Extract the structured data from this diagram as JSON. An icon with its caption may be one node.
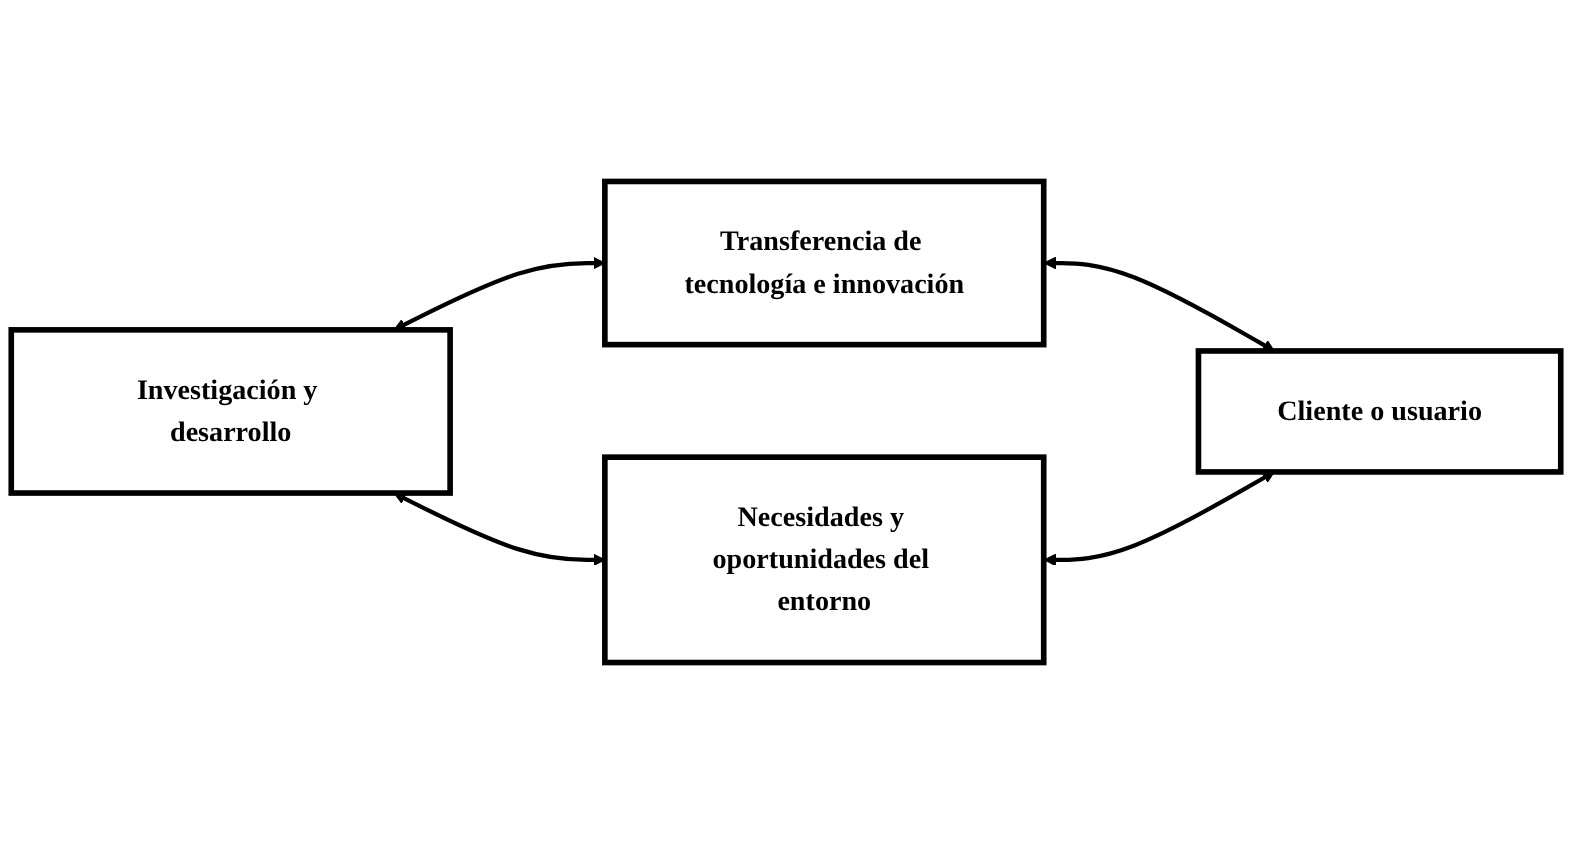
{
  "diagram": {
    "nodes": [
      {
        "text": [
          "Investigación y desarrollo"
        ]
      },
      {
        "text": [
          "Transferencia de tecnología e innovación"
        ]
      },
      {
        "text": [
          "Necesidades y oportunidades del entorno"
        ]
      },
      {
        "text": [
          "Cliente o usuario"
        ]
      }
    ],
    "edges": [
      {
        "from": 0,
        "to": 1,
        "arrow": "both"
      },
      {
        "from": 0,
        "to": 2,
        "arrow": "both"
      },
      {
        "from": 1,
        "to": 3,
        "arrow": "both"
      },
      {
        "from": 2,
        "to": 3,
        "arrow": "both"
      }
    ]
  }
}
